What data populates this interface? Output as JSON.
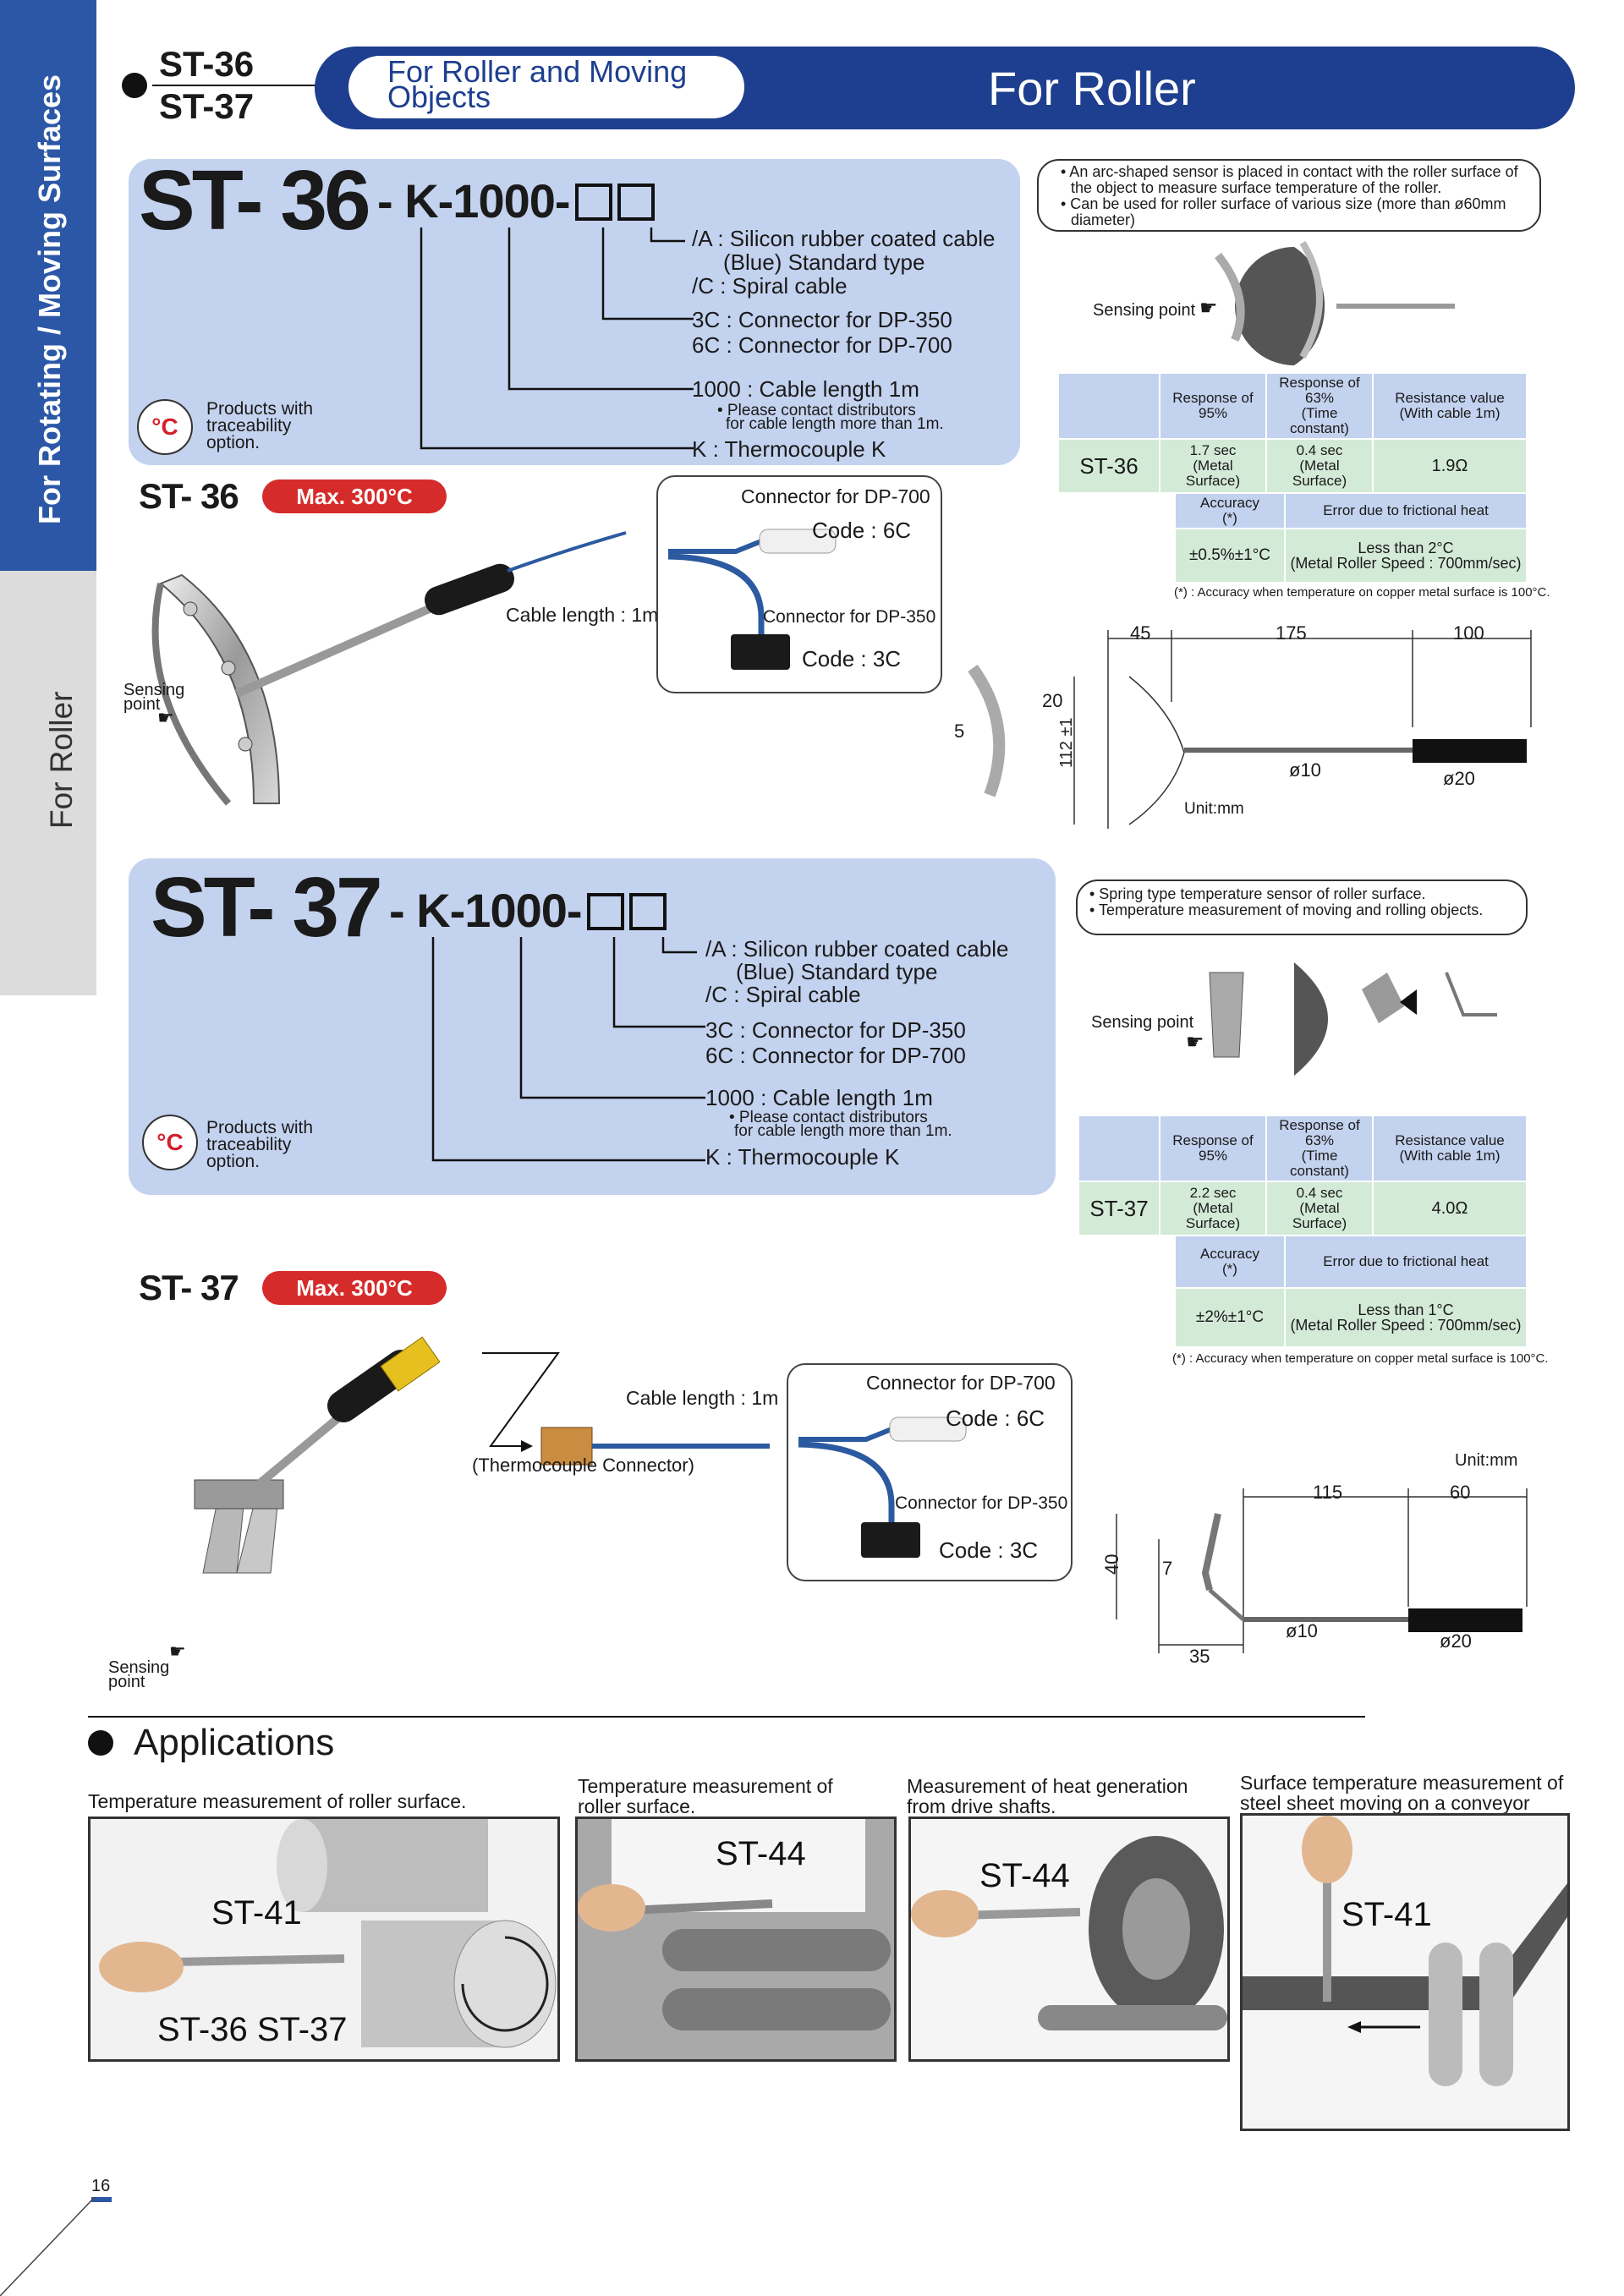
{
  "sidebar": {
    "title": "For Rotating / Moving Surfaces",
    "subtitle": "For Roller"
  },
  "header": {
    "model1": "ST-36",
    "model2": "ST-37",
    "pill_line1": "For Roller and Moving",
    "pill_line2": "Objects",
    "title": "For Roller"
  },
  "st36": {
    "model_big": "ST- 36",
    "code": "- K-1000-",
    "opt_a": "/A : Silicon rubber coated cable",
    "opt_blue": "(Blue) Standard type",
    "opt_c": "/C : Spiral cable",
    "conn_3c": "3C : Connector for DP-350",
    "conn_6c": "6C : Connector for DP-700",
    "cable": "1000 : Cable length 1m",
    "cable_note1": "• Please contact distributors",
    "cable_note2": "for cable length more than 1m.",
    "tc": "K : Thermocouple K",
    "trace1": "Products with",
    "trace2": "traceability",
    "trace3": "option.",
    "label": "ST- 36",
    "max_temp": "Max. 300°C",
    "note1": "• An arc-shaped sensor is placed in contact with the roller surface of",
    "note2": "the object to measure surface temperature of the roller.",
    "note3": "• Can be used for roller surface of various size (more than ø60mm",
    "note4": "diameter)",
    "sensing_point": "Sensing point",
    "conn700": "Connector for DP-700",
    "code6c": "Code : 6C",
    "conn350": "Connector for DP-350",
    "code3c": "Code : 3C",
    "cable_len": "Cable length : 1m",
    "sensing": "Sensing",
    "point": "point",
    "table": {
      "h_resp95": "Response of 95%",
      "h_resp63": "Response of 63%",
      "h_resp63_sub": "(Time constant)",
      "h_res": "Resistance value",
      "h_res_sub": "(With cable 1m)",
      "model": "ST-36",
      "resp95": "1.7 sec",
      "resp95_sub": "(Metal Surface)",
      "resp63": "0.4 sec",
      "resp63_sub": "(Metal Surface)",
      "res": "1.9Ω",
      "h_acc": "Accuracy",
      "h_acc_sub": "(*)",
      "h_err": "Error due to frictional heat",
      "acc": "±0.5%±1°C",
      "err": "Less than 2°C",
      "err_sub": "(Metal Roller Speed : 700mm/sec)"
    },
    "footnote": "(*) : Accuracy when temperature on copper metal surface is 100°C.",
    "dims": {
      "d45": "45",
      "d175": "175",
      "d100": "100",
      "d20": "20",
      "d5": "5",
      "d112": "112 ±1",
      "phi10": "ø10",
      "phi20": "ø20",
      "unit": "Unit:mm"
    }
  },
  "st37": {
    "model_big": "ST- 37",
    "code": "- K-1000-",
    "opt_a": "/A : Silicon rubber coated cable",
    "opt_blue": "(Blue) Standard type",
    "opt_c": "/C : Spiral cable",
    "conn_3c": "3C : Connector for DP-350",
    "conn_6c": "6C : Connector for DP-700",
    "cable": "1000 : Cable length 1m",
    "cable_note1": "• Please contact distributors",
    "cable_note2": "for cable length more than 1m.",
    "tc": "K : Thermocouple K",
    "trace1": "Products with",
    "trace2": "traceability",
    "trace3": "option.",
    "label": "ST- 37",
    "max_temp": "Max. 300°C",
    "note1": "• Spring type temperature sensor of roller surface.",
    "note2": "• Temperature measurement of moving and rolling objects.",
    "sensing_point": "Sensing point",
    "conn700": "Connector for DP-700",
    "code6c": "Code : 6C",
    "conn350": "Connector for DP-350",
    "code3c": "Code : 3C",
    "cable_len": "Cable length : 1m",
    "tc_conn": "(Thermocouple Connector)",
    "sensing": "Sensing",
    "point": "point",
    "table": {
      "h_resp95": "Response of 95%",
      "h_resp63": "Response of 63%",
      "h_resp63_sub": "(Time constant)",
      "h_res": "Resistance value",
      "h_res_sub": "(With cable 1m)",
      "model": "ST-37",
      "resp95": "2.2 sec",
      "resp95_sub": "(Metal Surface)",
      "resp63": "0.4 sec",
      "resp63_sub": "(Metal Surface)",
      "res": "4.0Ω",
      "h_acc": "Accuracy",
      "h_acc_sub": "(*)",
      "h_err": "Error due to frictional heat",
      "acc": "±2%±1°C",
      "err": "Less than 1°C",
      "err_sub": "(Metal Roller Speed : 700mm/sec)"
    },
    "footnote": "(*) : Accuracy when temperature on copper metal surface is 100°C.",
    "dims": {
      "unit": "Unit:mm",
      "d115": "115",
      "d60": "60",
      "d40": "40",
      "d7": "7",
      "d35": "35",
      "phi10": "ø10",
      "phi20": "ø20"
    }
  },
  "applications": {
    "title": "Applications",
    "items": [
      {
        "caption1": "Temperature measurement of roller surface.",
        "caption2": "",
        "label_a": "ST-41",
        "label_b": "ST-36  ST-37"
      },
      {
        "caption1": "Temperature measurement of",
        "caption2": "roller surface.",
        "label_a": "ST-44",
        "label_b": ""
      },
      {
        "caption1": "Measurement of heat generation",
        "caption2": "from drive shafts.",
        "label_a": "ST-44",
        "label_b": ""
      },
      {
        "caption1": "Surface temperature measurement of",
        "caption2": "steel sheet moving on a conveyor",
        "label_a": "ST-41",
        "label_b": ""
      }
    ]
  },
  "page_number": "16"
}
